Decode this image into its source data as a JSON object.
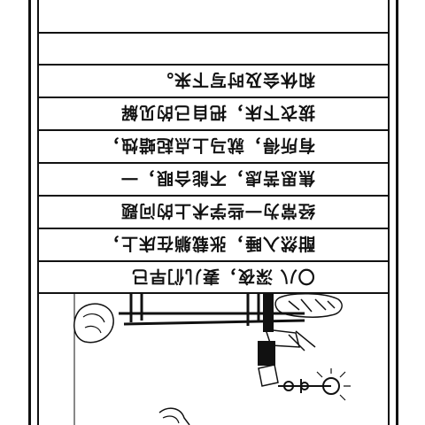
{
  "manuscript": {
    "lines": [
      "",
      "",
      "和休会及时写下来。",
      "拔衣下床，把自己的见解",
      "有所得，就马上点起蜡烛，",
      "焦思苦虑，不能合眼，一",
      "经常为一些学术上的问题",
      "酣然入睡，张载躺在床上，",
      "〇八 深夜，妻儿们早已"
    ]
  }
}
